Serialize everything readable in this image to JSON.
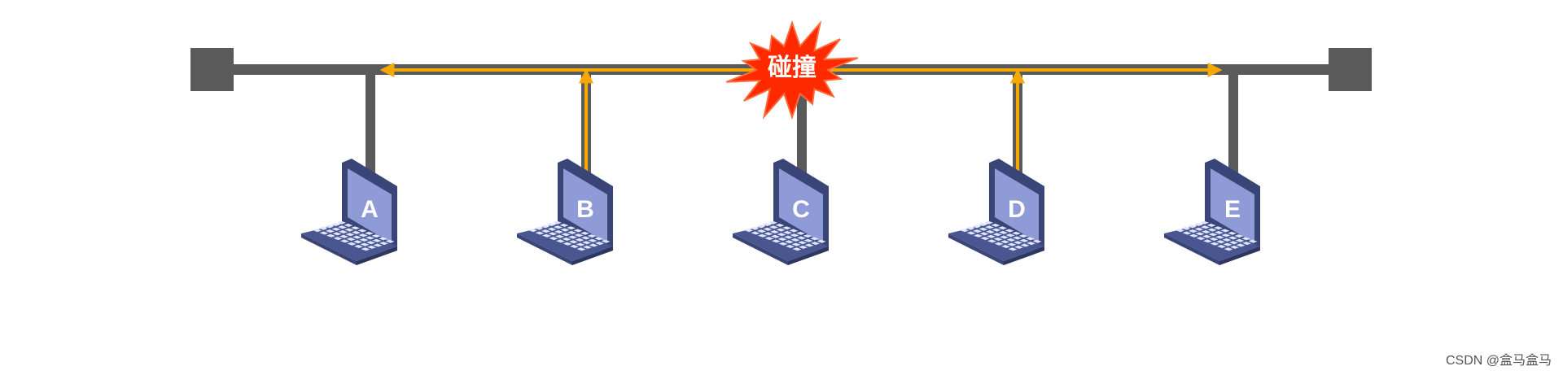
{
  "diagram": {
    "collision_label": "碰撞",
    "nodes": [
      {
        "label": "A",
        "active": false
      },
      {
        "label": "B",
        "active": true
      },
      {
        "label": "C",
        "active": false
      },
      {
        "label": "D",
        "active": true
      },
      {
        "label": "E",
        "active": false
      }
    ]
  },
  "colors": {
    "bus": "#5a5a5a",
    "signal": "#f5a800",
    "burst": "#ff2a00",
    "laptop_screen": "#8f9bd6",
    "laptop_body": "#3a4577"
  },
  "watermark": "CSDN @盒马盒马"
}
